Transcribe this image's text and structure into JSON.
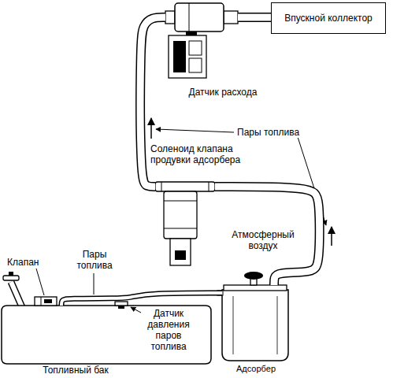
{
  "diagram": {
    "nodes": [
      {
        "text": [
          "Впускной коллектор"
        ]
      },
      {
        "text": [
          "Датчик расхода"
        ]
      },
      {
        "text": [
          "Соленоид клапана продувки адсорбера"
        ]
      },
      {
        "text": [
          "Адсорбер"
        ]
      },
      {
        "text": [
          "Топливный бак"
        ]
      }
    ],
    "edges": [
      {
        "from": 4,
        "to": 3,
        "arrow": "none"
      },
      {
        "from": 3,
        "to": 2,
        "arrow": "none"
      },
      {
        "from": 2,
        "to": 1,
        "arrow": "none"
      },
      {
        "from": 1,
        "to": 0,
        "arrow": "none"
      }
    ],
    "labels": [
      "Пары топлива",
      "Атмосферный воздух",
      "Клапан",
      "Пары топлива",
      "Датчик давления паров топлива"
    ]
  }
}
